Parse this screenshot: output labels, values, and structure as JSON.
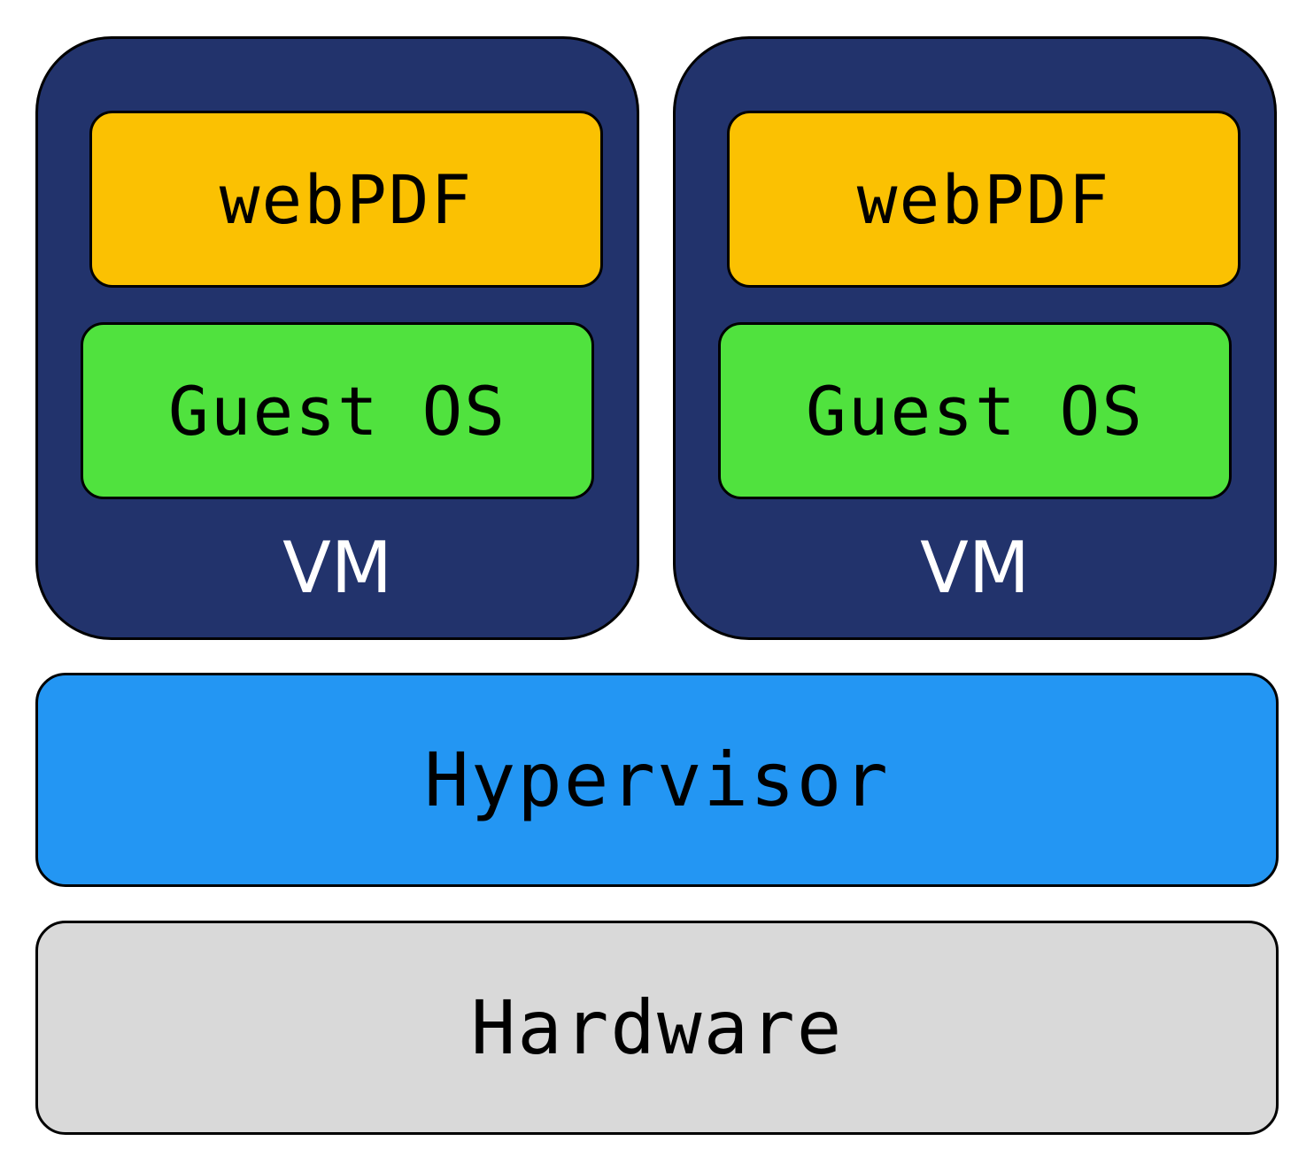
{
  "colors": {
    "vm_fill": "#22336C",
    "vm_label": "#FFFFFF",
    "app_fill": "#FBC102",
    "os_fill": "#50E23E",
    "hypervisor_fill": "#2396F3",
    "hardware_fill": "#D9D9D9",
    "outline": "#000000"
  },
  "vms": [
    {
      "app_label": "webPDF",
      "os_label": "Guest OS",
      "vm_label": "VM"
    },
    {
      "app_label": "webPDF",
      "os_label": "Guest OS",
      "vm_label": "VM"
    }
  ],
  "hypervisor_label": "Hypervisor",
  "hardware_label": "Hardware"
}
